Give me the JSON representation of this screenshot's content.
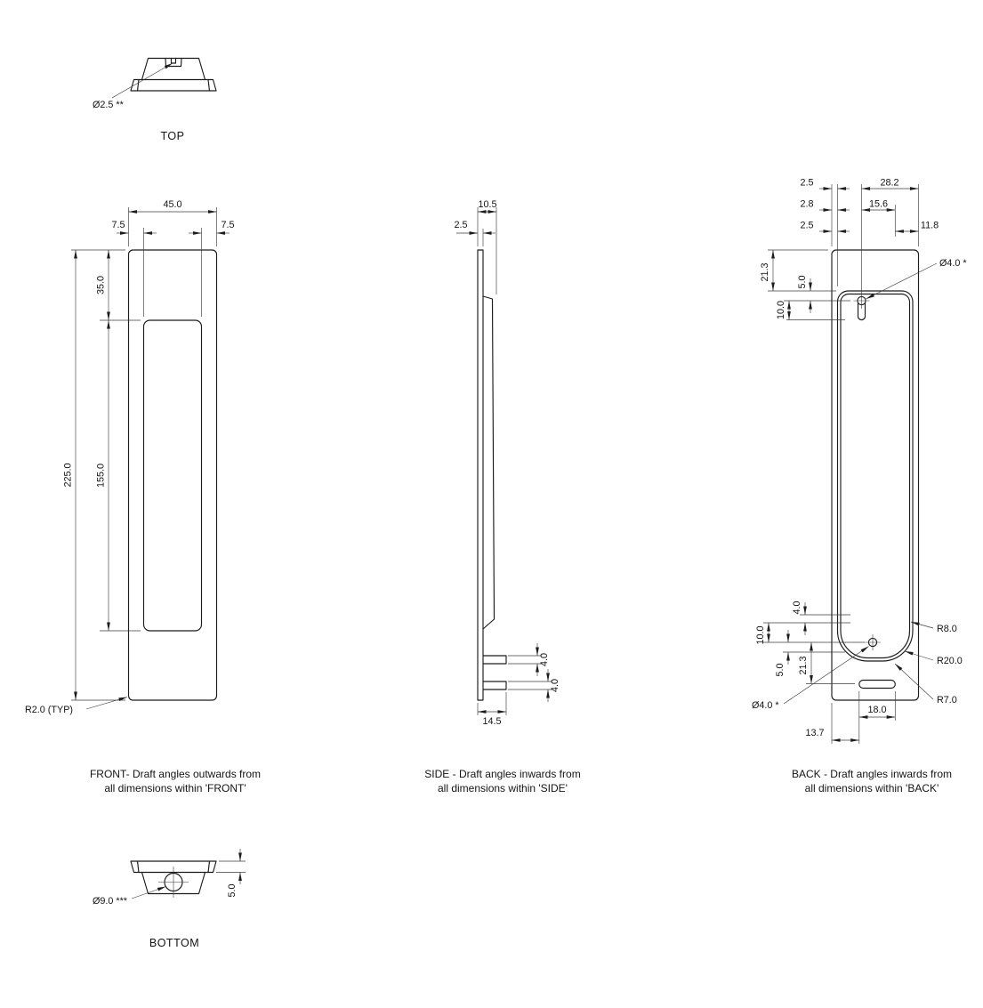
{
  "style": {
    "line_color": "#1c1c1c",
    "background": "#ffffff"
  },
  "drawing": {
    "views": {
      "top": {
        "name": "TOP",
        "hole_dia": "Ø2.5 **"
      },
      "front": {
        "caption_line1": "FRONT- Draft angles outwards from",
        "caption_line2": "all dimensions within 'FRONT'",
        "width": "45.0",
        "margin_left": "7.5",
        "margin_right": "7.5",
        "recess_top_offset": "35.0",
        "overall_height": "225.0",
        "recess_height": "155.0",
        "corner_radius": "R2.0 (TYP)"
      },
      "side": {
        "caption_line1": "SIDE - Draft angles inwards from",
        "caption_line2": "all dimensions within 'SIDE'",
        "overall_depth": "10.5",
        "plate_thickness": "2.5",
        "tab_height_upper": "4.0",
        "tab_height_lower": "4.0",
        "bottom_depth": "14.5"
      },
      "back": {
        "caption_line1": "BACK - Draft angles inwards from",
        "caption_line2": "all dimensions within 'BACK'",
        "top_row1_left": "2.5",
        "top_row1_right": "28.2",
        "top_row2_left": "2.8",
        "top_row2_right": "15.6",
        "top_row3_left": "2.5",
        "top_row3_right": "11.8",
        "hole_top_dia": "Ø4.0 *",
        "upper_left_1": "21.3",
        "upper_left_2": "5.0",
        "upper_left_3": "10.0",
        "lower_left_1": "4.0",
        "lower_left_2": "10.0",
        "lower_left_3": "5.0",
        "lower_left_4": "21.3",
        "radius_1": "R8.0",
        "radius_2": "R20.0",
        "radius_3": "R7.0",
        "hole_bottom_dia": "Ø4.0 *",
        "slot_width": "18.0",
        "slot_offset": "13.7"
      },
      "bottom": {
        "name": "BOTTOM",
        "hole_dia": "Ø9.0 ***",
        "boss_height": "5.0"
      }
    }
  }
}
